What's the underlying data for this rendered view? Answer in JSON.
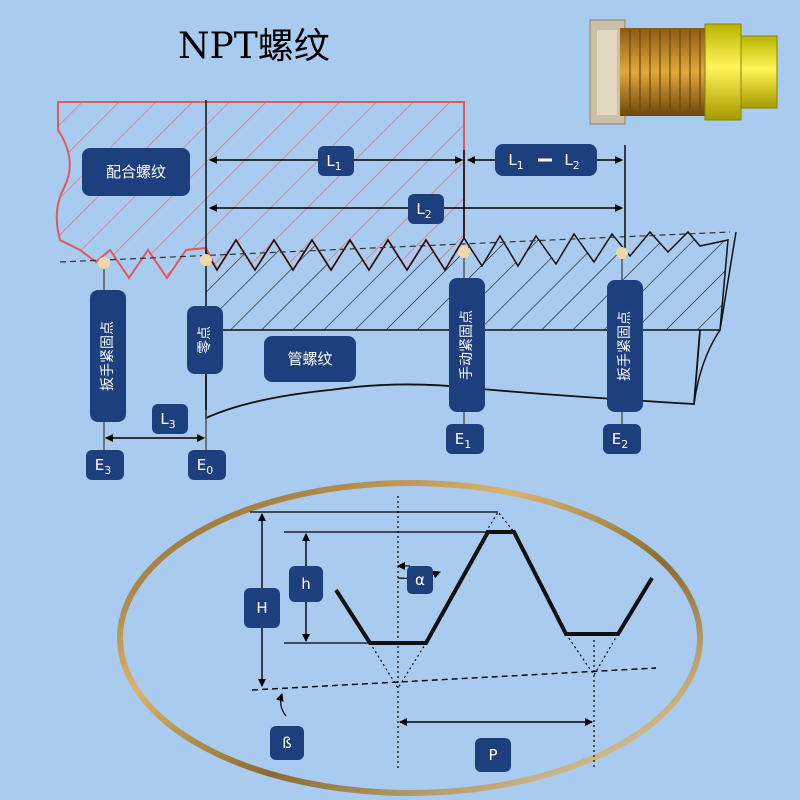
{
  "title": "NPT螺纹",
  "labels": {
    "mating_thread": "配合螺纹",
    "pipe_thread": "管螺纹",
    "wrench_tight_left": "扳手紧固点",
    "zero_point": "零点",
    "hand_tight": "手动紧固点",
    "wrench_tight_right": "扳手紧固点"
  },
  "dimensions": {
    "L1": "L",
    "L1_sub": "1",
    "L2": "L",
    "L2_sub": "2",
    "L1_minus_L2_a": "L",
    "L1_minus_L2_a_sub": "1",
    "L1_minus_L2_b": "L",
    "L1_minus_L2_b_sub": "2",
    "L3": "L",
    "L3_sub": "3"
  },
  "points": {
    "E3": "E",
    "E3_sub": "3",
    "E0": "E",
    "E0_sub": "0",
    "E1": "E",
    "E1_sub": "1",
    "E2": "E",
    "E2_sub": "2"
  },
  "profile": {
    "H": "H",
    "h": "h",
    "alpha": "α",
    "beta": "ß",
    "P": "P"
  },
  "colors": {
    "background": "#a9cbef",
    "label_box": "#1d3f7d",
    "mating_outline": "#e05a5a",
    "marker": "#f2d7a6"
  }
}
